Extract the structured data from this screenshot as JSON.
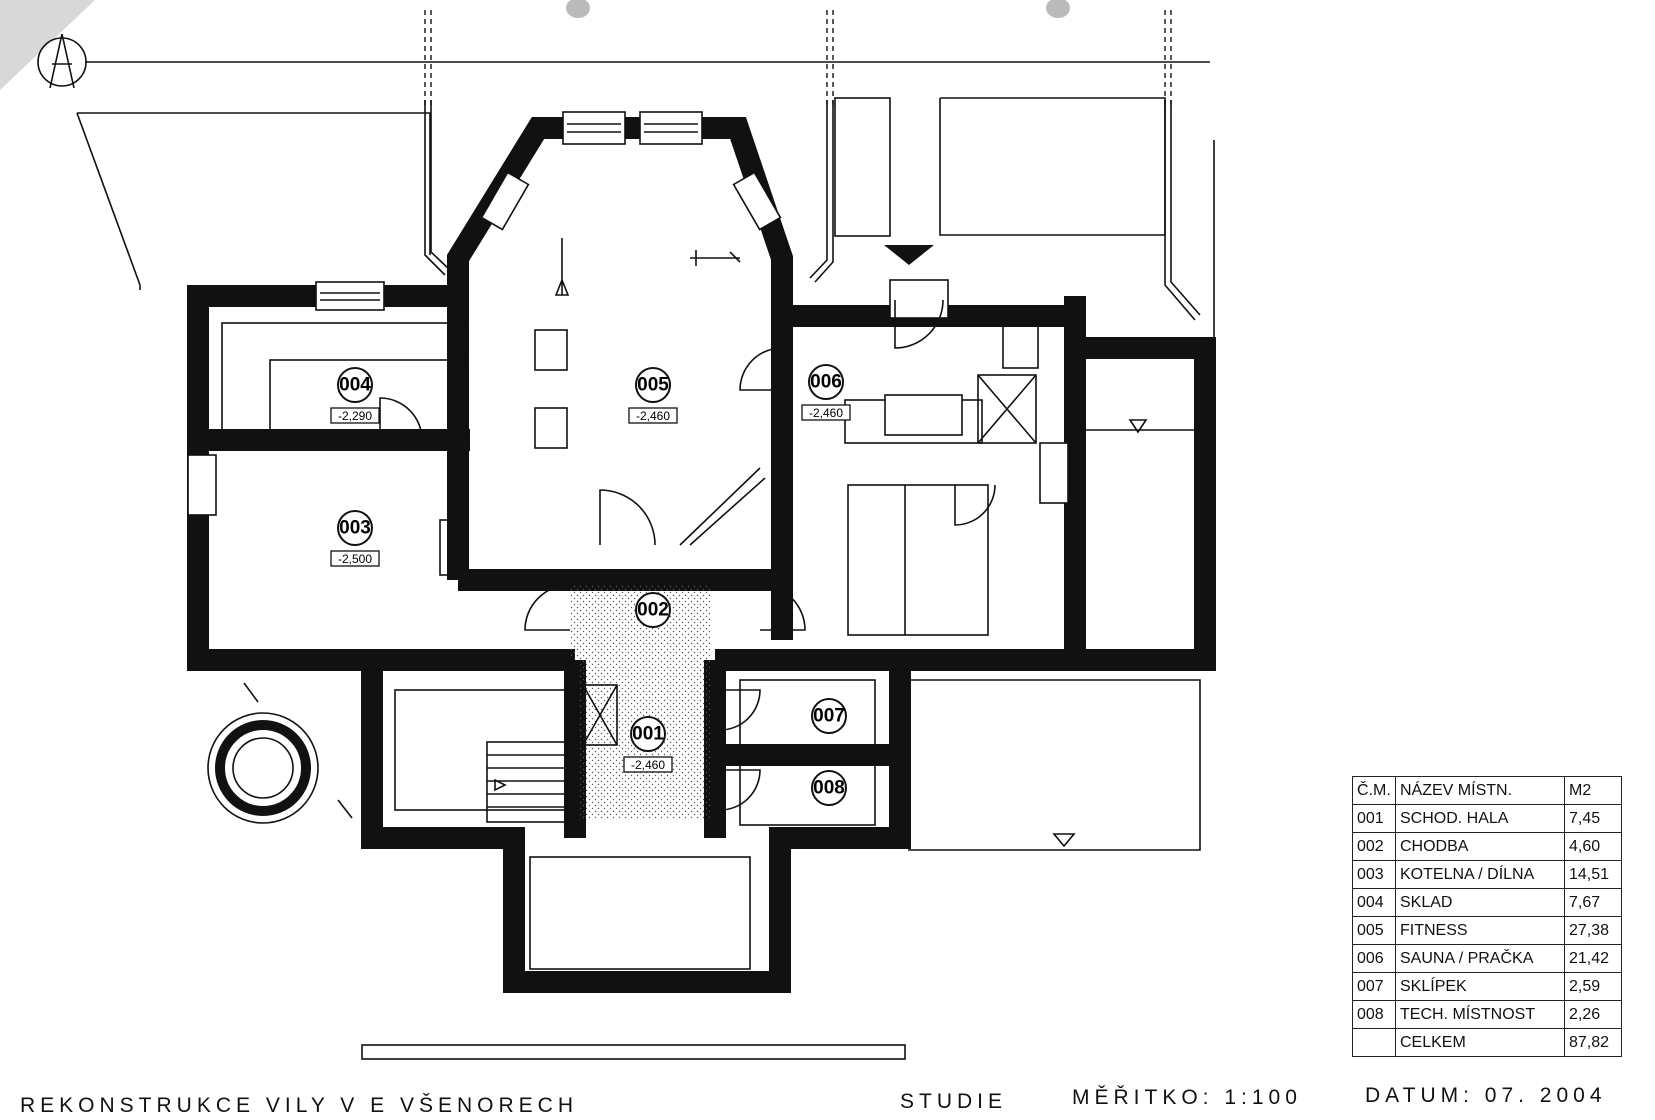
{
  "rooms": [
    {
      "id": "001",
      "level": "-2,460"
    },
    {
      "id": "002",
      "level": ""
    },
    {
      "id": "003",
      "level": "-2,500"
    },
    {
      "id": "004",
      "level": "-2,290"
    },
    {
      "id": "005",
      "level": "-2,460"
    },
    {
      "id": "006",
      "level": "-2,460"
    },
    {
      "id": "007",
      "level": ""
    },
    {
      "id": "008",
      "level": ""
    }
  ],
  "legend": {
    "headers": {
      "number": "Č.M.",
      "name": "NÁZEV MÍSTN.",
      "area": "M2"
    },
    "rows": [
      {
        "number": "001",
        "name": "SCHOD. HALA",
        "area": "7,45"
      },
      {
        "number": "002",
        "name": "CHODBA",
        "area": "4,60"
      },
      {
        "number": "003",
        "name": "KOTELNA / DÍLNA",
        "area": "14,51"
      },
      {
        "number": "004",
        "name": "SKLAD",
        "area": "7,67"
      },
      {
        "number": "005",
        "name": "FITNESS",
        "area": "27,38"
      },
      {
        "number": "006",
        "name": "SAUNA / PRAČKA",
        "area": "21,42"
      },
      {
        "number": "007",
        "name": "SKLÍPEK",
        "area": "2,59"
      },
      {
        "number": "008",
        "name": "TECH. MÍSTNOST",
        "area": "2,26"
      },
      {
        "number": "",
        "name": "CELKEM",
        "area": "87,82"
      }
    ]
  },
  "footer": {
    "project": "REKONSTRUKCE VILY V E VŠENORECH",
    "phase": "STUDIE",
    "scale": "MĚŘITKO: 1:100",
    "date": "DATUM: 07. 2004"
  },
  "colors": {
    "ink": "#111111",
    "paper": "#ffffff"
  }
}
